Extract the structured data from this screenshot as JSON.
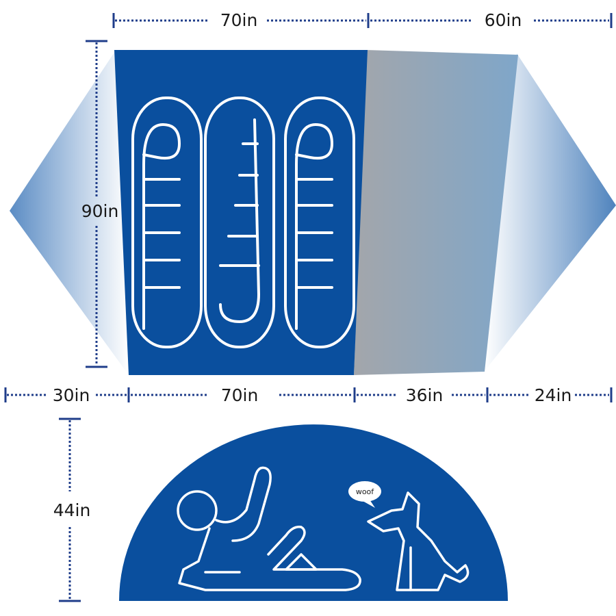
{
  "colors": {
    "tent_blue": "#0a4f9e",
    "dimension_line": "#1f3d8a",
    "vestibule_gray": "#a3a6ab",
    "vestibule_blue": "#7fa6c9",
    "outline": "#ffffff"
  },
  "top_dimensions": {
    "inner_width": "70in",
    "vestibule_width": "60in"
  },
  "side_dimension": {
    "length": "90in"
  },
  "bottom_dimensions": {
    "left_wing": "30in",
    "inner_width": "70in",
    "vestibule": "36in",
    "right_wing": "24in"
  },
  "height_dimension": {
    "height": "44in"
  },
  "speech_bubble": {
    "text": "woof"
  },
  "icons": [
    "sleeping-bag-icon",
    "person-lying-icon",
    "dog-icon",
    "speech-bubble-icon"
  ]
}
